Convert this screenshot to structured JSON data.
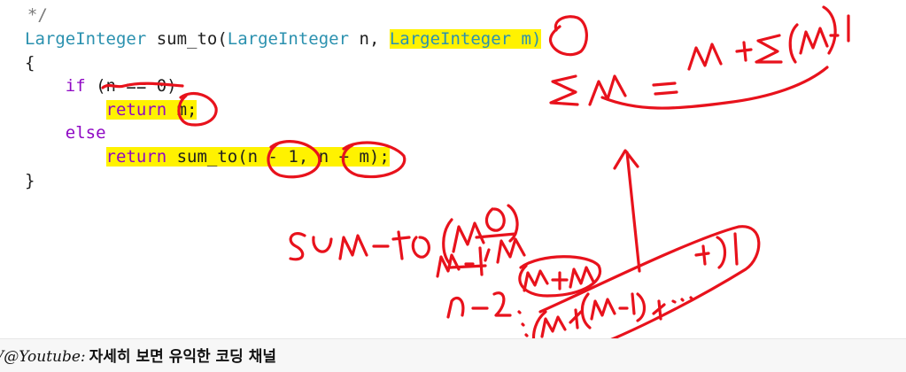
{
  "code": {
    "lines": [
      [
        {
          "text": "  */",
          "kind": "comment"
        }
      ],
      [
        {
          "text": "LargeInteger",
          "kind": "type"
        },
        {
          "text": " sum_to(",
          "kind": "plain"
        },
        {
          "text": "LargeInteger",
          "kind": "type"
        },
        {
          "text": " n, ",
          "kind": "plain"
        },
        {
          "text": "LargeInteger m)",
          "kind": "type",
          "highlight": true
        }
      ],
      [
        {
          "text": "{",
          "kind": "plain"
        }
      ],
      [
        {
          "text": "    ",
          "kind": "plain"
        },
        {
          "text": "if",
          "kind": "kw"
        },
        {
          "text": " (n == 0)",
          "kind": "plain"
        }
      ],
      [
        {
          "text": "        ",
          "kind": "plain"
        },
        {
          "text": "return",
          "kind": "kw",
          "highlight": true
        },
        {
          "text": " m;",
          "kind": "plain",
          "highlight": true
        }
      ],
      [
        {
          "text": "    ",
          "kind": "plain"
        },
        {
          "text": "else",
          "kind": "kw"
        }
      ],
      [
        {
          "text": "        ",
          "kind": "plain"
        },
        {
          "text": "return",
          "kind": "kw",
          "highlight": true
        },
        {
          "text": " sum_to(n - 1, n + m);",
          "kind": "plain",
          "highlight": true
        }
      ],
      [
        {
          "text": "}",
          "kind": "plain"
        }
      ]
    ]
  },
  "footer": {
    "credit_en": "V@Youtube:",
    "credit_ko": "자세히 보면 유익한 코딩 채널"
  },
  "colors": {
    "highlight": "#fff200",
    "type": "#2b91af",
    "keyword": "#8f08c4",
    "comment": "#7a7a7a",
    "ink": "#e8121c"
  }
}
